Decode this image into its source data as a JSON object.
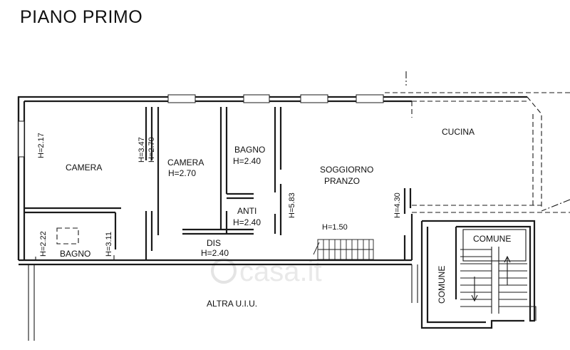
{
  "title": "PIANO PRIMO",
  "watermark": "casa.it",
  "rooms": {
    "camera1": {
      "name": "CAMERA",
      "height_left": "H=2.17",
      "height_right": "H=3.47"
    },
    "camera2": {
      "name": "CAMERA",
      "height": "H=2.70",
      "height_left": "H=2.70"
    },
    "bagno1": {
      "name": "BAGNO",
      "height": "H=2.40"
    },
    "anti": {
      "name": "ANTI",
      "height": "H=2.40"
    },
    "soggiorno": {
      "name": "SOGGIORNO",
      "name2": "PRANZO",
      "height_left": "H=5.83",
      "height_right": "H=4.30",
      "stair_height": "H=1.50"
    },
    "cucina": {
      "name": "CUCINA"
    },
    "bagno2": {
      "name": "BAGNO",
      "height_left": "H=2.22",
      "height_right": "H=3.11"
    },
    "dis": {
      "name": "DIS",
      "height": "H=2.40"
    },
    "comune1": {
      "name": "COMUNE"
    },
    "comune2": {
      "name": "COMUNE"
    },
    "altra": {
      "name": "ALTRA U.I.U."
    }
  }
}
